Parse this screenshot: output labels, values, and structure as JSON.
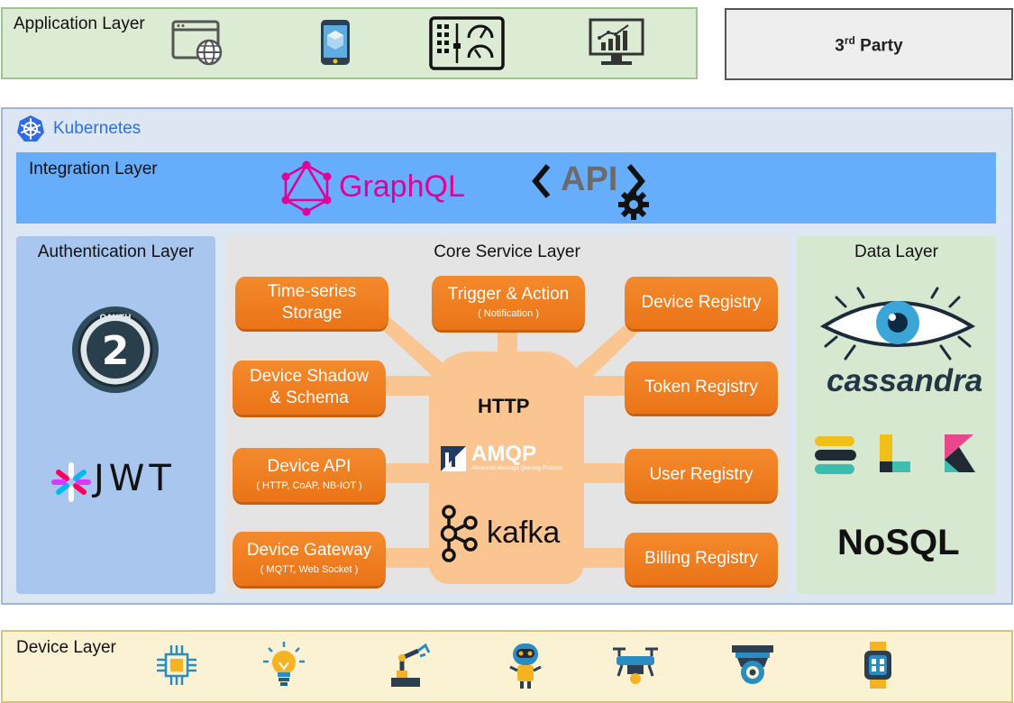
{
  "application_layer": {
    "title": "Application Layer",
    "icons": [
      "web-browser-icon",
      "mobile-app-icon",
      "control-panel-icon",
      "analytics-monitor-icon"
    ]
  },
  "third_party": {
    "base": "3",
    "sup": "rd",
    "text": "Party"
  },
  "kubernetes": {
    "title": "Kubernetes"
  },
  "integration_layer": {
    "title": "Integration Layer",
    "graphql": "GraphQL",
    "api": "API"
  },
  "authentication_layer": {
    "title": "Authentication Layer",
    "oauth_number": "2",
    "oauth_ring": "OAUTH",
    "jwt": "JWT"
  },
  "core_service_layer": {
    "title": "Core Service Layer",
    "services": {
      "timeseries": {
        "label_line1": "Time-series",
        "label_line2": "Storage"
      },
      "trigger": {
        "label": "Trigger & Action",
        "sub": "( Notification )"
      },
      "device_registry": {
        "label": "Device Registry"
      },
      "shadow": {
        "label_line1": "Device Shadow",
        "label_line2": "& Schema"
      },
      "token_registry": {
        "label": "Token Registry"
      },
      "device_api": {
        "label": "Device API",
        "sub": "( HTTP, CoAP, NB-IOT )"
      },
      "user_registry": {
        "label": "User Registry"
      },
      "gateway": {
        "label": "Device Gateway",
        "sub": "( MQTT, Web Socket )"
      },
      "billing_registry": {
        "label": "Billing Registry"
      }
    },
    "hub": {
      "http": "HTTP",
      "amqp": "AMQP",
      "amqp_sub": "Advanced Message Queuing Protocol",
      "kafka": "kafka"
    }
  },
  "data_layer": {
    "title": "Data Layer",
    "cassandra": "cassandra",
    "nosql": "NoSQL"
  },
  "device_layer": {
    "title": "Device Layer",
    "icons": [
      "chip-icon",
      "smart-bulb-icon",
      "robot-arm-icon",
      "robot-icon",
      "drone-icon",
      "security-camera-icon",
      "smartwatch-icon"
    ]
  },
  "colors": {
    "app_bg": "#dcebd4",
    "kubernetes_bg": "#dde7f4",
    "integration_bg": "#66aefc",
    "auth_bg": "#a8c6ee",
    "core_bg": "#e4e4e4",
    "data_bg": "#d6e8d0",
    "device_bg": "#fbf1d3",
    "service_orange": "#f07f22",
    "hub_peach": "#fbc591",
    "graphql_pink": "#e10098",
    "kubernetes_blue": "#326ce5"
  }
}
